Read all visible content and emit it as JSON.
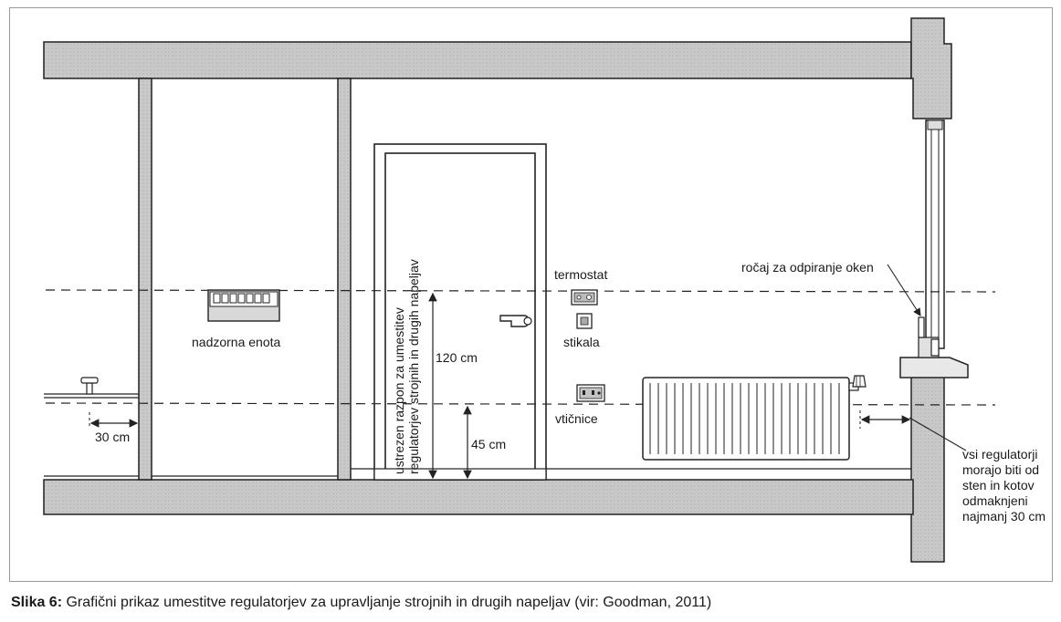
{
  "labels": {
    "control_unit": "nadzorna enota",
    "thermostat": "termostat",
    "switches": "stikala",
    "sockets": "vtičnice",
    "window_handle": "ročaj za odpiranje oken",
    "height_120": "120 cm",
    "height_45": "45 cm",
    "distance_30": "30 cm",
    "range_line_1": "ustrezen razpon za umestitev",
    "range_line_2": "regulatorjev strojnih in drugih napeljav",
    "note_line_1": "vsi regulatorji",
    "note_line_2": "morajo biti od",
    "note_line_3": "sten in kotov",
    "note_line_4": "odmaknjeni",
    "note_line_5": "najmanj 30 cm"
  },
  "caption": {
    "label": "Slika 6:",
    "text": " Grafični prikaz umestitve regulatorjev za upravljanje strojnih in drugih napeljav (vir: Goodman, 2011)"
  },
  "colors": {
    "wall_fill": "#c9c9c9",
    "line": "#222222"
  }
}
